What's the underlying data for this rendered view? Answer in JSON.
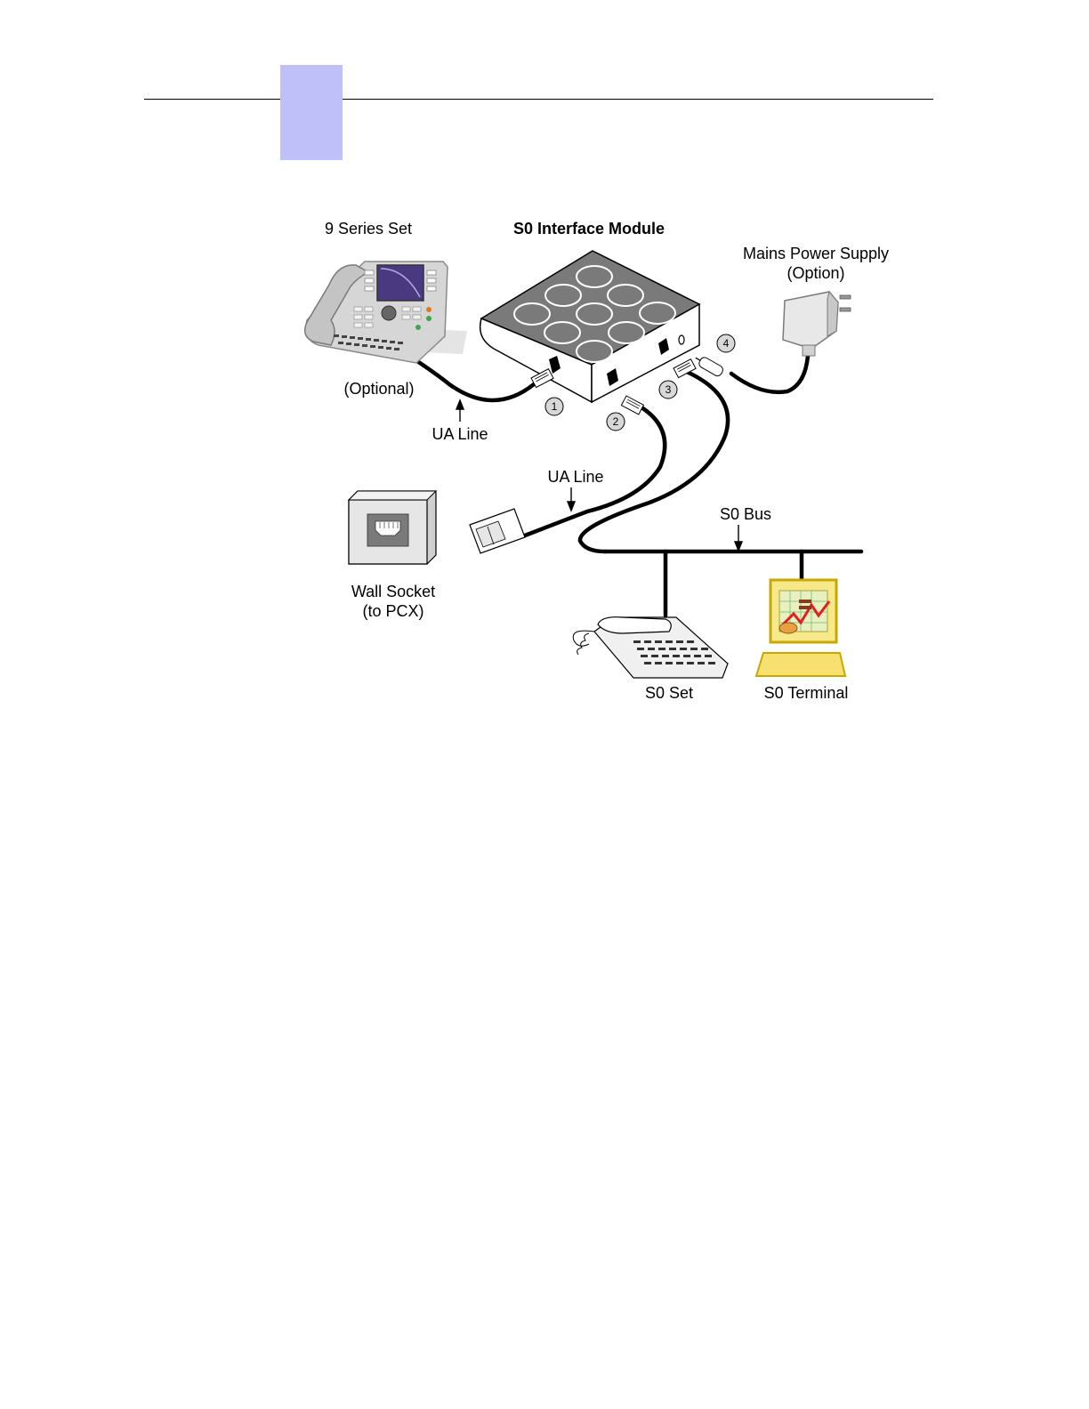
{
  "header": {
    "tab_color": "#bfbffa"
  },
  "diagram": {
    "labels": {
      "series_set": "9 Series Set",
      "module": "S0 Interface Module",
      "power_supply_line1": "Mains Power Supply",
      "power_supply_line2": "(Option)",
      "optional": "(Optional)",
      "ua_line_1": "UA Line",
      "ua_line_2": "UA Line",
      "s0_bus": "S0 Bus",
      "wall_socket_line1": "Wall Socket",
      "wall_socket_line2": "(to PCX)",
      "s0_set": "S0 Set",
      "s0_terminal": "S0 Terminal"
    },
    "ports": {
      "p1": "1",
      "p2": "2",
      "p3": "3",
      "p4": "4"
    }
  }
}
